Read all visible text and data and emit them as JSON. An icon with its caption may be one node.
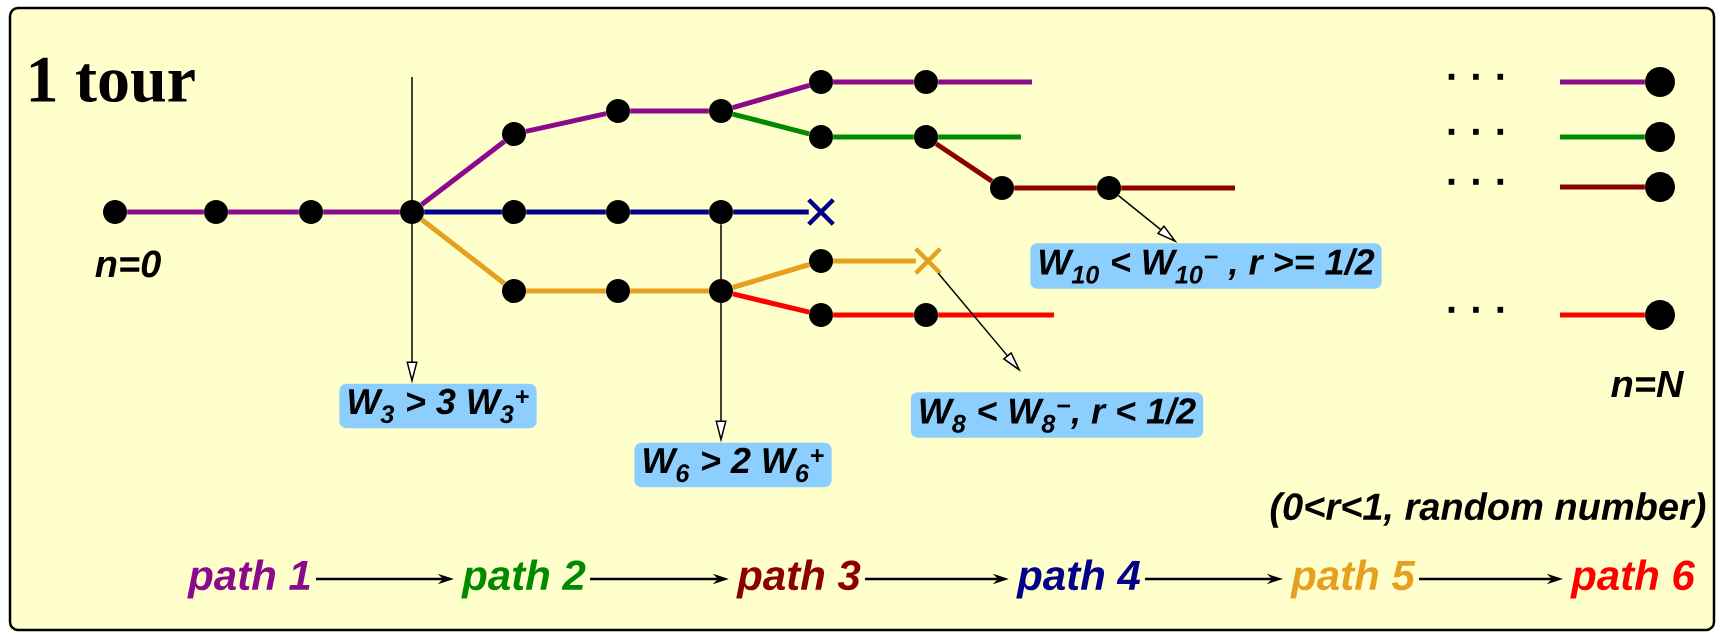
{
  "diagram": {
    "title": "1 tour",
    "nodes": [
      {
        "text": [],
        "shape": "circle",
        "beside": [
          "n=0"
        ]
      },
      {
        "text": [],
        "shape": "circle"
      },
      {
        "text": [],
        "shape": "circle"
      },
      {
        "text": [],
        "shape": "circle"
      },
      {
        "text": [],
        "shape": "circle"
      },
      {
        "text": [],
        "shape": "circle"
      },
      {
        "text": [],
        "shape": "circle"
      },
      {
        "text": [],
        "shape": "circle"
      },
      {
        "text": [],
        "shape": "circle"
      },
      {
        "text": [],
        "shape": "circle"
      },
      {
        "text": [],
        "shape": "circle"
      },
      {
        "text": [],
        "shape": "circle"
      },
      {
        "text": [],
        "shape": "circle"
      },
      {
        "text": [],
        "shape": "circle"
      },
      {
        "text": [],
        "shape": "circle"
      },
      {
        "text": [],
        "shape": "circle"
      },
      {
        "text": [],
        "shape": "cross"
      },
      {
        "text": [],
        "shape": "circle"
      },
      {
        "text": [],
        "shape": "circle"
      },
      {
        "text": [],
        "shape": "circle"
      },
      {
        "text": [],
        "shape": "circle"
      },
      {
        "text": [],
        "shape": "cross"
      },
      {
        "text": [],
        "shape": "circle"
      },
      {
        "text": [],
        "shape": "circle"
      },
      {
        "text": [],
        "shape": "circle"
      },
      {
        "text": [],
        "shape": "circle"
      },
      {
        "text": [],
        "shape": "circle"
      },
      {
        "text": [],
        "shape": "circle",
        "beside": [
          "n=N"
        ]
      },
      {
        "text": [
          "W$_{3}$  > 3 W$_{3}$$^{+}$"
        ]
      },
      {
        "text": [
          "W$_{6}$  > 2 W$_{6}$$^{+}$"
        ]
      },
      {
        "text": [
          "W$_{8}$  < W$_{8}$$^{−}$, r < 1/2"
        ]
      },
      {
        "text": [
          "W$_{10}$ < W$_{10}$$^{−}$ , r >= 1/2"
        ]
      },
      {
        "text": [
          "path 1"
        ]
      },
      {
        "text": [
          "path 2"
        ]
      },
      {
        "text": [
          "path 3"
        ]
      },
      {
        "text": [
          "path 4"
        ]
      },
      {
        "text": [
          "path 5"
        ]
      },
      {
        "text": [
          "path 6"
        ]
      }
    ],
    "edges": [
      {
        "from": 0,
        "to": 1,
        "arrow": "none",
        "color": "#8b0a8b"
      },
      {
        "from": 1,
        "to": 2,
        "arrow": "none",
        "color": "#8b0a8b"
      },
      {
        "from": 2,
        "to": 3,
        "arrow": "none",
        "color": "#8b0a8b"
      },
      {
        "from": 3,
        "to": 4,
        "arrow": "none",
        "color": "#8b0a8b"
      },
      {
        "from": 4,
        "to": 5,
        "arrow": "none",
        "color": "#8b0a8b"
      },
      {
        "from": 5,
        "to": 6,
        "arrow": "none",
        "color": "#8b0a8b"
      },
      {
        "from": 6,
        "to": 7,
        "arrow": "none",
        "color": "#8b0a8b"
      },
      {
        "from": 7,
        "to": 8,
        "arrow": "none",
        "color": "#8b0a8b"
      },
      {
        "from": 8,
        "to": null,
        "arrow": "none",
        "color": "#8b0a8b"
      },
      {
        "from": 6,
        "to": 9,
        "arrow": "none",
        "color": "#008a00"
      },
      {
        "from": 9,
        "to": 10,
        "arrow": "none",
        "color": "#008a00"
      },
      {
        "from": 10,
        "to": null,
        "arrow": "none",
        "color": "#008a00"
      },
      {
        "from": 10,
        "to": 11,
        "arrow": "none",
        "color": "#8b0000"
      },
      {
        "from": 11,
        "to": 12,
        "arrow": "none",
        "color": "#8b0000"
      },
      {
        "from": 12,
        "to": null,
        "arrow": "none",
        "color": "#8b0000"
      },
      {
        "from": 3,
        "to": 13,
        "arrow": "none",
        "color": "#00008b"
      },
      {
        "from": 13,
        "to": 14,
        "arrow": "none",
        "color": "#00008b"
      },
      {
        "from": 14,
        "to": 15,
        "arrow": "none",
        "color": "#00008b"
      },
      {
        "from": 15,
        "to": 16,
        "arrow": "none",
        "color": "#00008b"
      },
      {
        "from": 3,
        "to": 17,
        "arrow": "none",
        "color": "#e6a020"
      },
      {
        "from": 17,
        "to": 18,
        "arrow": "none",
        "color": "#e6a020"
      },
      {
        "from": 18,
        "to": 19,
        "arrow": "none",
        "color": "#e6a020"
      },
      {
        "from": 19,
        "to": 20,
        "arrow": "none",
        "color": "#e6a020"
      },
      {
        "from": 20,
        "to": 21,
        "arrow": "none",
        "color": "#e6a020"
      },
      {
        "from": 19,
        "to": 22,
        "arrow": "none",
        "color": "#ff0000"
      },
      {
        "from": 22,
        "to": 23,
        "arrow": "none",
        "color": "#ff0000"
      },
      {
        "from": 23,
        "to": null,
        "arrow": "none",
        "color": "#ff0000"
      },
      {
        "from": null,
        "to": 24,
        "arrow": "none",
        "color": "#8b0a8b"
      },
      {
        "from": null,
        "to": 25,
        "arrow": "none",
        "color": "#008a00"
      },
      {
        "from": null,
        "to": 26,
        "arrow": "none",
        "color": "#8b0000"
      },
      {
        "from": null,
        "to": 27,
        "arrow": "none",
        "color": "#ff0000"
      },
      {
        "from": null,
        "to": 28,
        "arrow": "to",
        "color": "#000000"
      },
      {
        "from": 15,
        "to": 29,
        "arrow": "to",
        "color": "#000000"
      },
      {
        "from": 21,
        "to": 30,
        "arrow": "to",
        "color": "#000000"
      },
      {
        "from": 12,
        "to": 31,
        "arrow": "to",
        "color": "#000000"
      },
      {
        "from": 32,
        "to": 33,
        "arrow": "to",
        "color": "#000000"
      },
      {
        "from": 33,
        "to": 34,
        "arrow": "to",
        "color": "#000000"
      },
      {
        "from": 34,
        "to": 35,
        "arrow": "to",
        "color": "#000000"
      },
      {
        "from": 35,
        "to": 36,
        "arrow": "to",
        "color": "#000000"
      },
      {
        "from": 36,
        "to": 37,
        "arrow": "to",
        "color": "#000000"
      }
    ],
    "labels": [
      "· · ·",
      "· · ·",
      "· · ·",
      "· · ·",
      "(0<r<1, random number)"
    ]
  }
}
